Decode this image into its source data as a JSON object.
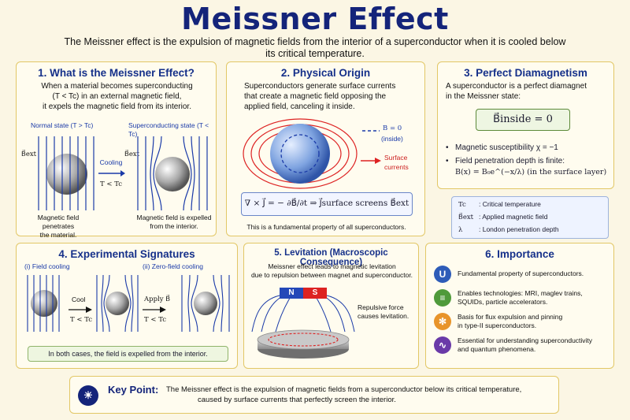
{
  "title": "Meissner Effect",
  "subtitle": "The Meissner effect is the expulsion of magnetic fields from the interior of a superconductor when it is cooled below its critical temperature.",
  "panel1": {
    "title": "1. What is the Meissner Effect?",
    "text1": "When a material becomes superconducting",
    "text2": "(T < Tc) in an external magnetic field,",
    "text3": "it expels the magnetic field from its interior.",
    "normal_label": "Normal state (T > Tc)",
    "super_label": "Superconducting state (T < Tc)",
    "bext": "B⃗ext",
    "cooling": "Cooling",
    "tlt": "T < Tc",
    "caption_left_1": "Magnetic field penetrates",
    "caption_left_2": "the material.",
    "caption_right_1": "Magnetic field is expelled",
    "caption_right_2": "from the interior."
  },
  "panel2": {
    "title": "2. Physical Origin",
    "text1": "Superconductors generate surface currents",
    "text2": "that create a magnetic field opposing the",
    "text3": "applied field, canceling it inside.",
    "legend_b0": "B = 0",
    "legend_inside": "(inside)",
    "legend_surface": "Surface",
    "legend_currents": "currents",
    "equation": "∇ × J⃗ = − ∂B⃗/∂t   ⇒   J⃗surface  screens  B⃗ext",
    "footer": "This is a fundamental property of all superconductors."
  },
  "panel3": {
    "title": "3. Perfect Diamagnetism",
    "text1": "A superconductor is a perfect diamagnet",
    "text2": "in the Meissner state:",
    "formula": "B⃗inside = 0",
    "bullet1": "Magnetic susceptibility χ = −1",
    "bullet2": "Field penetration depth is finite:",
    "bullet3": "B(x) = B₀e^(−x/λ) (in the surface layer)"
  },
  "legend": [
    {
      "sym": "Tc",
      "desc": ": Critical temperature"
    },
    {
      "sym": "B⃗ext",
      "desc": ": Applied magnetic field"
    },
    {
      "sym": "λ",
      "desc": ": London penetration depth"
    }
  ],
  "panel4": {
    "title": "4. Experimental Signatures",
    "fc_label": "(i) Field cooling",
    "zfc_label": "(ii) Zero-field cooling",
    "cool": "Cool",
    "apply": "Apply B⃗",
    "tlt": "T < Tc",
    "note": "In both cases, the field is expelled from the interior."
  },
  "panel5": {
    "title": "5. Levitation (Macroscopic Consequence)",
    "text1": "Meissner effect leads to magnetic levitation",
    "text2": "due to repulsion between magnet and superconductor.",
    "north": "N",
    "south": "S",
    "repulsive1": "Repulsive force",
    "repulsive2": "causes levitation."
  },
  "panel6": {
    "title": "6. Importance",
    "items": [
      {
        "icon": "magnet-icon",
        "color": "#2e5cb8",
        "line1": "Fundamental property of superconductors.",
        "line2": ""
      },
      {
        "icon": "stack-icon",
        "color": "#4f9a3a",
        "line1": "Enables technologies: MRI, maglev trains,",
        "line2": "SQUIDs, particle accelerators."
      },
      {
        "icon": "snowflake-icon",
        "color": "#e8942a",
        "line1": "Basis for flux expulsion and pinning",
        "line2": "in type-II superconductors."
      },
      {
        "icon": "wave-icon",
        "color": "#6a3aa8",
        "line1": "Essential for understanding superconductivity",
        "line2": "and quantum phenomena."
      }
    ]
  },
  "keypoint": {
    "label": "Key Point:",
    "text1": "The Meissner effect is the expulsion of magnetic fields from a superconductor below its critical temperature,",
    "text2": "caused by surface currents that perfectly screen the interior."
  }
}
